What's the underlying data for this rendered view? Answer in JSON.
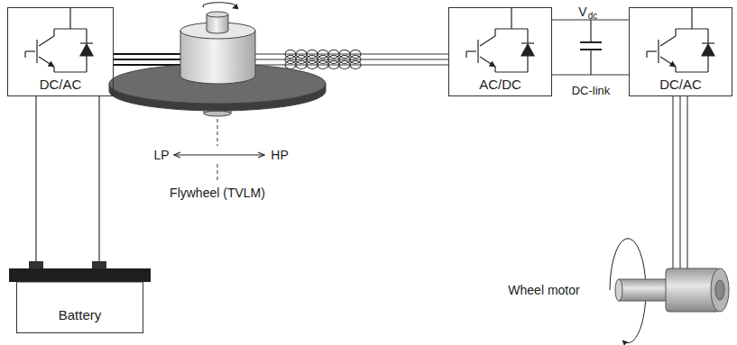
{
  "diagram": {
    "nodes": [
      {
        "text": [
          "DC/AC"
        ]
      },
      {
        "text": [
          "AC/DC"
        ]
      },
      {
        "text": [
          "DC/AC"
        ]
      },
      {
        "text": [
          "Battery"
        ]
      }
    ],
    "edges": [
      {
        "from": 3,
        "to": 0,
        "arrow": "none"
      },
      {
        "from": 1,
        "to": 2,
        "arrow": "none"
      }
    ],
    "labels": [
      "V",
      "dc",
      "DC-link",
      "LP",
      "HP",
      "Flywheel (TVLM)",
      "Wheel motor"
    ]
  }
}
